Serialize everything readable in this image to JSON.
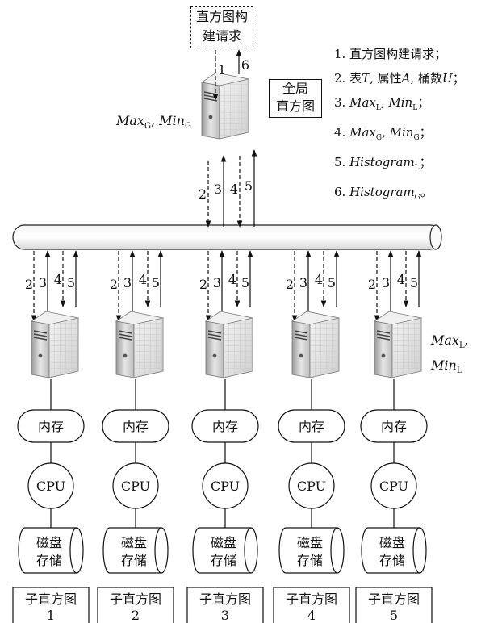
{
  "request_box": {
    "line1": "直方图构",
    "line2": "建请求"
  },
  "coordinator": {
    "max_label": "Max",
    "min_label": "Min",
    "max_min_sub": "G",
    "global_hist_line1": "全局",
    "global_hist_line2": "直方图"
  },
  "legend": [
    {
      "text": "1. 直方图构建请求；"
    },
    {
      "text": "2. 表T, 属性A, 桶数U；"
    },
    {
      "text": "3. Max_L, Min_L；"
    },
    {
      "text": "4. Max_G, Min_G；"
    },
    {
      "text": "5. Histogram_L；"
    },
    {
      "text": "6. Histogram_G。"
    }
  ],
  "legend_parts": {
    "l3_max": "Max",
    "l3_min": "Min",
    "l3_sub": "L",
    "l4_max": "Max",
    "l4_min": "Min",
    "l4_sub": "G",
    "l5_word": "Histogram",
    "l5_sub": "L",
    "l6_word": "Histogram",
    "l6_sub": "G"
  },
  "arrows_top": {
    "a1": "1",
    "a6": "6",
    "a2": "2",
    "a3": "3",
    "a4": "4",
    "a5": "5"
  },
  "arrows_node": [
    "2",
    "3",
    "4",
    "5"
  ],
  "node_side_label": {
    "max": "Max",
    "min": "Min",
    "sub": "L"
  },
  "nodes": [
    {
      "memory": "内存",
      "cpu": "CPU",
      "disk_line1": "磁盘",
      "disk_line2": "存储",
      "sub_hist": "子直方图",
      "index": "1"
    },
    {
      "memory": "内存",
      "cpu": "CPU",
      "disk_line1": "磁盘",
      "disk_line2": "存储",
      "sub_hist": "子直方图",
      "index": "2"
    },
    {
      "memory": "内存",
      "cpu": "CPU",
      "disk_line1": "磁盘",
      "disk_line2": "存储",
      "sub_hist": "子直方图",
      "index": "3"
    },
    {
      "memory": "内存",
      "cpu": "CPU",
      "disk_line1": "磁盘",
      "disk_line2": "存储",
      "sub_hist": "子直方图",
      "index": "4"
    },
    {
      "memory": "内存",
      "cpu": "CPU",
      "disk_line1": "磁盘",
      "disk_line2": "存储",
      "sub_hist": "子直方图",
      "index": "5"
    }
  ]
}
